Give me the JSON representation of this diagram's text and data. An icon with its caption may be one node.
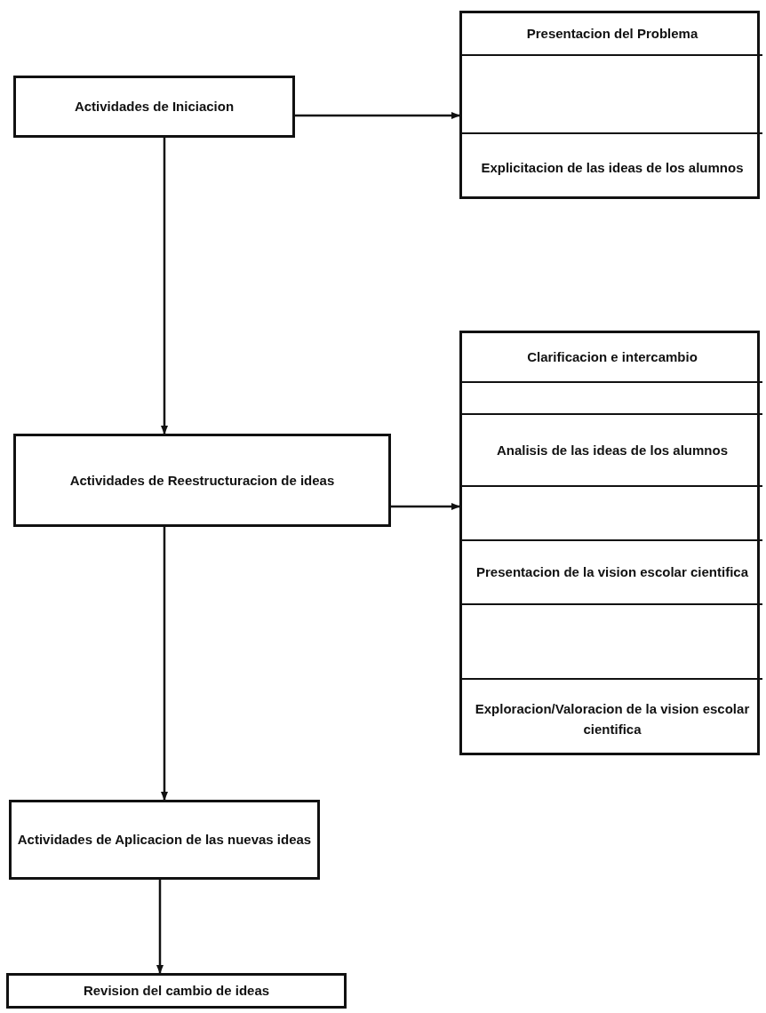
{
  "diagram": {
    "nodes": [
      {
        "text": [
          "Actividades de Iniciacion"
        ]
      },
      {
        "text": [],
        "shape": "box"
      },
      {
        "text": [
          "Presentacion del Problema"
        ],
        "in": 1
      },
      {
        "text": [],
        "shape": "box",
        "in": 1
      },
      {
        "text": [
          "Explicitacion de las ideas de los alumnos"
        ],
        "in": 1
      },
      {
        "text": [
          "Actividades de Reestructuracion de ideas"
        ]
      },
      {
        "text": [],
        "shape": "box"
      },
      {
        "text": [
          "Clarificacion e intercambio"
        ],
        "in": 6
      },
      {
        "text": [],
        "shape": "box",
        "in": 6
      },
      {
        "text": [
          "Analisis de las ideas de los alumnos"
        ],
        "in": 6
      },
      {
        "text": [],
        "shape": "box",
        "in": 6
      },
      {
        "text": [
          "Presentacion de la vision escolar cientifica"
        ],
        "in": 6
      },
      {
        "text": [],
        "shape": "box",
        "in": 6
      },
      {
        "text": [
          "Exploracion/Valoracion de la vision escolar cientifica"
        ],
        "in": 6
      },
      {
        "text": [
          "Actividades de Aplicacion de las nuevas ideas"
        ]
      },
      {
        "text": [
          "Revision del cambio de ideas"
        ]
      }
    ],
    "edges": [
      {
        "from": 0,
        "to": 1,
        "arrow": "to"
      },
      {
        "from": 0,
        "to": 5,
        "arrow": "to"
      },
      {
        "from": 5,
        "to": 6,
        "arrow": "to"
      },
      {
        "from": 5,
        "to": 14,
        "arrow": "to"
      },
      {
        "from": 14,
        "to": 15,
        "arrow": "to"
      }
    ]
  }
}
